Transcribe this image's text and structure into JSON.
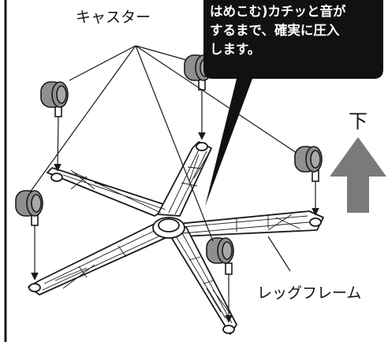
{
  "labels": {
    "caster": "キャスター",
    "leg_frame": "レッグフレーム",
    "down": "下"
  },
  "callout": {
    "lines": [
      "はめこむ)カチッと音が",
      "するまで、確実に圧入",
      "します。"
    ]
  },
  "icons": {
    "caster": "caster-wheel-icon",
    "direction": "arrow-up-icon"
  },
  "colors": {
    "ink": "#111111",
    "caster_fill": "#8f8f8f",
    "arrow_fill": "#7a7a7a",
    "callout_bg": "#111111",
    "border": "#1a1a1a"
  }
}
